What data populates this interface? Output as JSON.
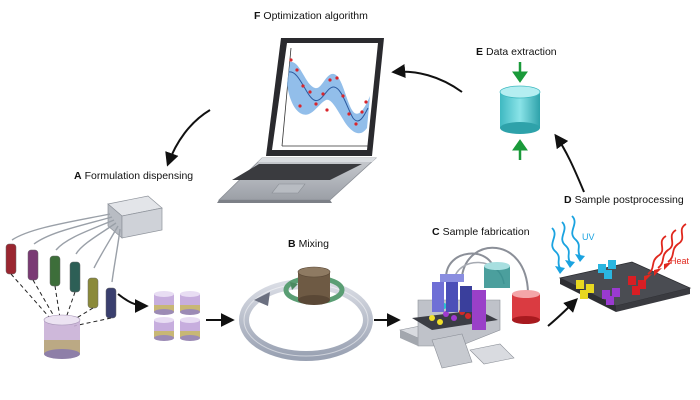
{
  "steps": {
    "a": {
      "letter": "A",
      "title": "Formulation dispensing"
    },
    "b": {
      "letter": "B",
      "title": "Mixing"
    },
    "c": {
      "letter": "C",
      "title": "Sample fabrication"
    },
    "d": {
      "letter": "D",
      "title": "Sample postprocessing"
    },
    "e": {
      "letter": "E",
      "title": "Data extraction"
    },
    "f": {
      "letter": "F",
      "title": "Optimization algorithm"
    }
  },
  "treatments": {
    "uv": "UV",
    "heat": "Heat"
  },
  "colors": {
    "uv": "#1aa3e0",
    "heat": "#e0281e",
    "cylinder": "#5fd0d6",
    "arrow_green": "#1a9a3a",
    "plot_band": "#7fb3e6",
    "plot_line": "#d9262c"
  },
  "icons": [
    "laptop-icon",
    "cylinder-icon",
    "manifold-icon",
    "vial-icon",
    "syringe-icon",
    "mixer-icon",
    "printer-stage-icon",
    "tray-icon",
    "uv-wave-icon",
    "heat-wave-icon",
    "cycle-arrow-icon"
  ]
}
